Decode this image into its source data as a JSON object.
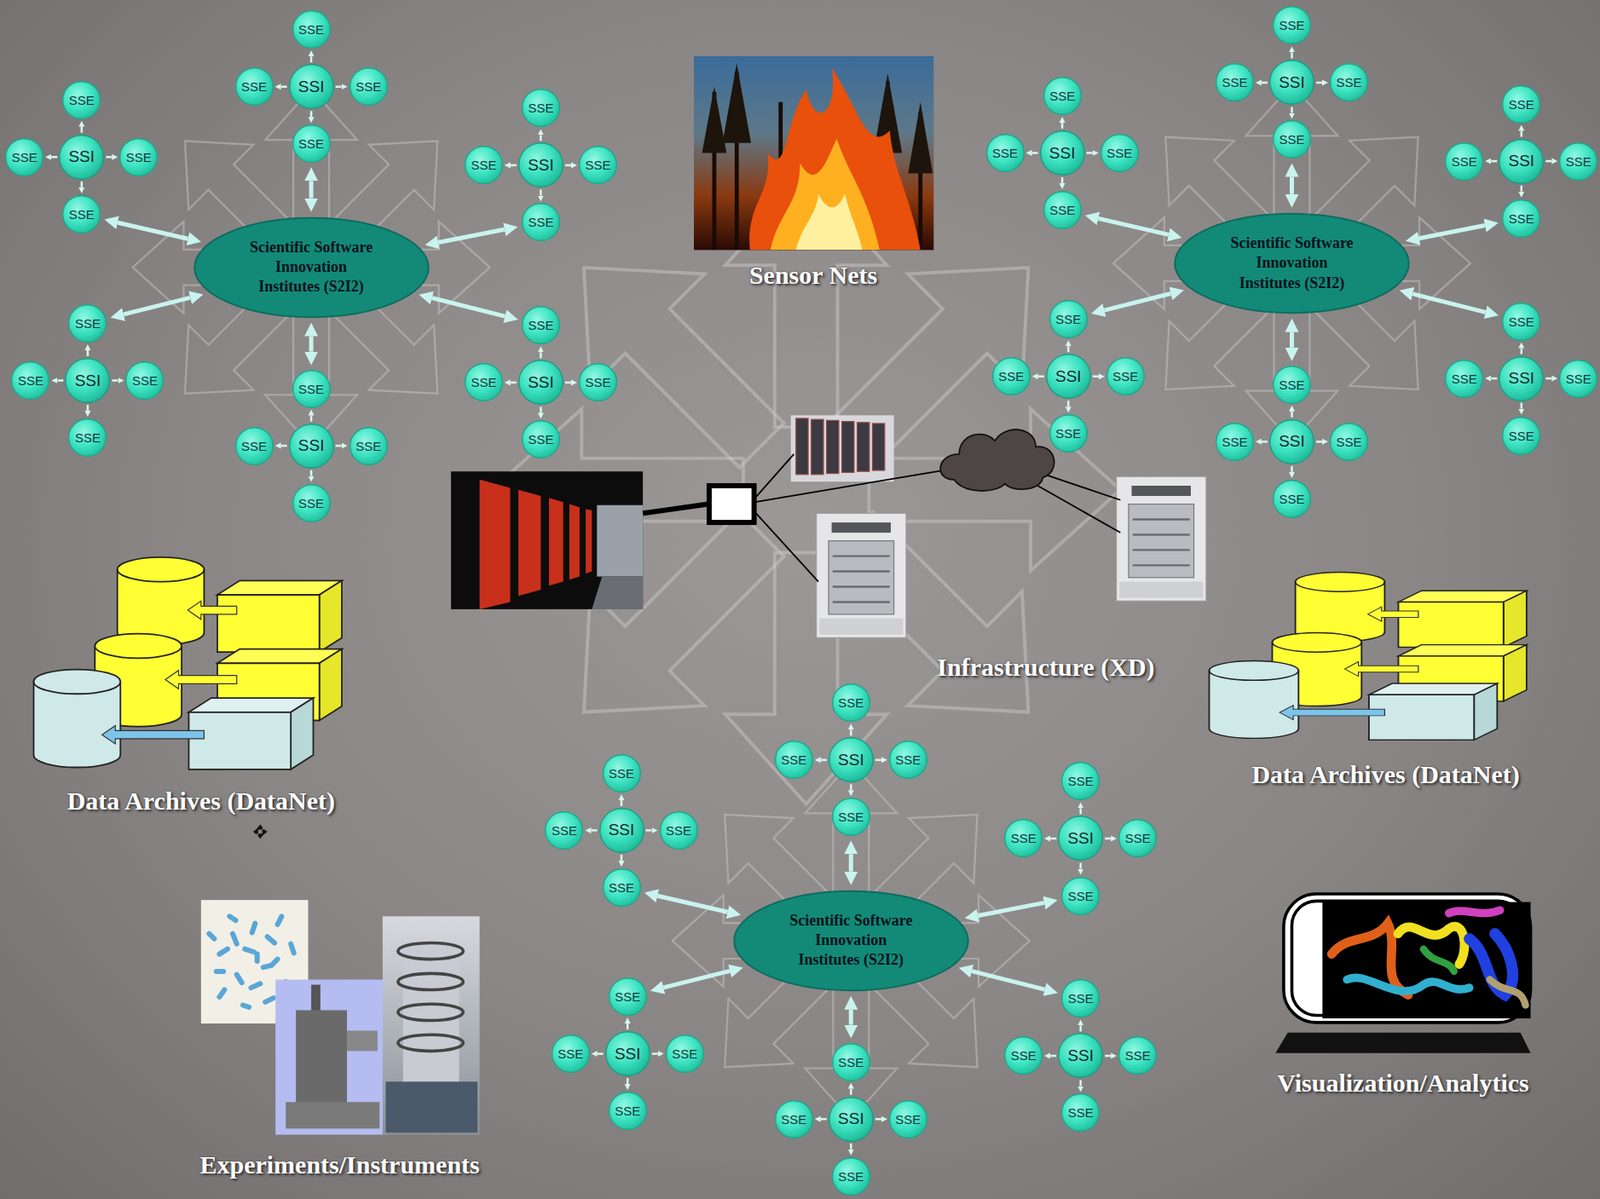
{
  "diagram": {
    "nodes": [
      {
        "text": [
          "Scientific Software Innovation Institutes (S2I2)"
        ]
      },
      {
        "text": [
          "SSI"
        ]
      },
      {
        "text": [
          "SSE"
        ]
      },
      {
        "text": [
          "SSE"
        ]
      },
      {
        "text": [
          "SSE"
        ]
      },
      {
        "text": [
          "SSE"
        ]
      },
      {
        "text": [
          "SSI"
        ]
      },
      {
        "text": [
          "SSE"
        ]
      },
      {
        "text": [
          "SSE"
        ]
      },
      {
        "text": [
          "SSE"
        ]
      },
      {
        "text": [
          "SSE"
        ]
      },
      {
        "text": [
          "SSI"
        ]
      },
      {
        "text": [
          "SSE"
        ]
      },
      {
        "text": [
          "SSE"
        ]
      },
      {
        "text": [
          "SSE"
        ]
      },
      {
        "text": [
          "SSE"
        ]
      },
      {
        "text": [
          "SSI"
        ]
      },
      {
        "text": [
          "SSE"
        ]
      },
      {
        "text": [
          "SSE"
        ]
      },
      {
        "text": [
          "SSE"
        ]
      },
      {
        "text": [
          "SSE"
        ]
      },
      {
        "text": [
          "SSI"
        ]
      },
      {
        "text": [
          "SSE"
        ]
      },
      {
        "text": [
          "SSE"
        ]
      },
      {
        "text": [
          "SSE"
        ]
      },
      {
        "text": [
          "SSE"
        ]
      },
      {
        "text": [
          "SSI"
        ]
      },
      {
        "text": [
          "SSE"
        ]
      },
      {
        "text": [
          "SSE"
        ]
      },
      {
        "text": [
          "SSE"
        ]
      },
      {
        "text": [
          "SSE"
        ]
      },
      {
        "text": [
          "Scientific Software Innovation Institutes (S2I2)"
        ]
      },
      {
        "text": [
          "SSI"
        ]
      },
      {
        "text": [
          "SSE"
        ]
      },
      {
        "text": [
          "SSE"
        ]
      },
      {
        "text": [
          "SSE"
        ]
      },
      {
        "text": [
          "SSE"
        ]
      },
      {
        "text": [
          "SSI"
        ]
      },
      {
        "text": [
          "SSE"
        ]
      },
      {
        "text": [
          "SSE"
        ]
      },
      {
        "text": [
          "SSE"
        ]
      },
      {
        "text": [
          "SSE"
        ]
      },
      {
        "text": [
          "SSI"
        ]
      },
      {
        "text": [
          "SSE"
        ]
      },
      {
        "text": [
          "SSE"
        ]
      },
      {
        "text": [
          "SSE"
        ]
      },
      {
        "text": [
          "SSE"
        ]
      },
      {
        "text": [
          "SSI"
        ]
      },
      {
        "text": [
          "SSE"
        ]
      },
      {
        "text": [
          "SSE"
        ]
      },
      {
        "text": [
          "SSE"
        ]
      },
      {
        "text": [
          "SSE"
        ]
      },
      {
        "text": [
          "SSI"
        ]
      },
      {
        "text": [
          "SSE"
        ]
      },
      {
        "text": [
          "SSE"
        ]
      },
      {
        "text": [
          "SSE"
        ]
      },
      {
        "text": [
          "SSE"
        ]
      },
      {
        "text": [
          "SSI"
        ]
      },
      {
        "text": [
          "SSE"
        ]
      },
      {
        "text": [
          "SSE"
        ]
      },
      {
        "text": [
          "SSE"
        ]
      },
      {
        "text": [
          "SSE"
        ]
      },
      {
        "text": [
          "Scientific Software Innovation Institutes (S2I2)"
        ]
      },
      {
        "text": [
          "SSI"
        ]
      },
      {
        "text": [
          "SSE"
        ]
      },
      {
        "text": [
          "SSE"
        ]
      },
      {
        "text": [
          "SSE"
        ]
      },
      {
        "text": [
          "SSE"
        ]
      },
      {
        "text": [
          "SSI"
        ]
      },
      {
        "text": [
          "SSE"
        ]
      },
      {
        "text": [
          "SSE"
        ]
      },
      {
        "text": [
          "SSE"
        ]
      },
      {
        "text": [
          "SSE"
        ]
      },
      {
        "text": [
          "SSI"
        ]
      },
      {
        "text": [
          "SSE"
        ]
      },
      {
        "text": [
          "SSE"
        ]
      },
      {
        "text": [
          "SSE"
        ]
      },
      {
        "text": [
          "SSE"
        ]
      },
      {
        "text": [
          "SSI"
        ]
      },
      {
        "text": [
          "SSE"
        ]
      },
      {
        "text": [
          "SSE"
        ]
      },
      {
        "text": [
          "SSE"
        ]
      },
      {
        "text": [
          "SSE"
        ]
      },
      {
        "text": [
          "SSI"
        ]
      },
      {
        "text": [
          "SSE"
        ]
      },
      {
        "text": [
          "SSE"
        ]
      },
      {
        "text": [
          "SSE"
        ]
      },
      {
        "text": [
          "SSE"
        ]
      },
      {
        "text": [
          "SSI"
        ]
      },
      {
        "text": [
          "SSE"
        ]
      },
      {
        "text": [
          "SSE"
        ]
      },
      {
        "text": [
          "SSE"
        ]
      },
      {
        "text": [
          "SSE"
        ]
      }
    ],
    "edges": [
      {
        "from": 0,
        "to": 5,
        "arrow": "both"
      },
      {
        "from": 0,
        "to": 10,
        "arrow": "both"
      },
      {
        "from": 0,
        "to": 15,
        "arrow": "both"
      },
      {
        "from": 0,
        "to": 17,
        "arrow": "both"
      },
      {
        "from": 0,
        "to": 22,
        "arrow": "both"
      },
      {
        "from": 0,
        "to": 27,
        "arrow": "both"
      },
      {
        "from": 1,
        "to": 2,
        "arrow": "to"
      },
      {
        "from": 1,
        "to": 3,
        "arrow": "to"
      },
      {
        "from": 1,
        "to": 4,
        "arrow": "to"
      },
      {
        "from": 1,
        "to": 5,
        "arrow": "to"
      },
      {
        "from": 6,
        "to": 7,
        "arrow": "to"
      },
      {
        "from": 6,
        "to": 8,
        "arrow": "to"
      },
      {
        "from": 6,
        "to": 9,
        "arrow": "to"
      },
      {
        "from": 6,
        "to": 10,
        "arrow": "to"
      },
      {
        "from": 11,
        "to": 12,
        "arrow": "to"
      },
      {
        "from": 11,
        "to": 13,
        "arrow": "to"
      },
      {
        "from": 11,
        "to": 14,
        "arrow": "to"
      },
      {
        "from": 11,
        "to": 15,
        "arrow": "to"
      },
      {
        "from": 16,
        "to": 17,
        "arrow": "to"
      },
      {
        "from": 16,
        "to": 18,
        "arrow": "to"
      },
      {
        "from": 16,
        "to": 19,
        "arrow": "to"
      },
      {
        "from": 16,
        "to": 20,
        "arrow": "to"
      },
      {
        "from": 21,
        "to": 22,
        "arrow": "to"
      },
      {
        "from": 21,
        "to": 23,
        "arrow": "to"
      },
      {
        "from": 21,
        "to": 24,
        "arrow": "to"
      },
      {
        "from": 21,
        "to": 25,
        "arrow": "to"
      },
      {
        "from": 26,
        "to": 27,
        "arrow": "to"
      },
      {
        "from": 26,
        "to": 28,
        "arrow": "to"
      },
      {
        "from": 26,
        "to": 29,
        "arrow": "to"
      },
      {
        "from": 26,
        "to": 30,
        "arrow": "to"
      },
      {
        "from": 31,
        "to": 36,
        "arrow": "both"
      },
      {
        "from": 31,
        "to": 41,
        "arrow": "both"
      },
      {
        "from": 31,
        "to": 46,
        "arrow": "both"
      },
      {
        "from": 31,
        "to": 48,
        "arrow": "both"
      },
      {
        "from": 31,
        "to": 53,
        "arrow": "both"
      },
      {
        "from": 31,
        "to": 58,
        "arrow": "both"
      },
      {
        "from": 32,
        "to": 33,
        "arrow": "to"
      },
      {
        "from": 32,
        "to": 34,
        "arrow": "to"
      },
      {
        "from": 32,
        "to": 35,
        "arrow": "to"
      },
      {
        "from": 32,
        "to": 36,
        "arrow": "to"
      },
      {
        "from": 37,
        "to": 38,
        "arrow": "to"
      },
      {
        "from": 37,
        "to": 39,
        "arrow": "to"
      },
      {
        "from": 37,
        "to": 40,
        "arrow": "to"
      },
      {
        "from": 37,
        "to": 41,
        "arrow": "to"
      },
      {
        "from": 42,
        "to": 43,
        "arrow": "to"
      },
      {
        "from": 42,
        "to": 44,
        "arrow": "to"
      },
      {
        "from": 42,
        "to": 45,
        "arrow": "to"
      },
      {
        "from": 42,
        "to": 46,
        "arrow": "to"
      },
      {
        "from": 47,
        "to": 48,
        "arrow": "to"
      },
      {
        "from": 47,
        "to": 49,
        "arrow": "to"
      },
      {
        "from": 47,
        "to": 50,
        "arrow": "to"
      },
      {
        "from": 47,
        "to": 51,
        "arrow": "to"
      },
      {
        "from": 52,
        "to": 53,
        "arrow": "to"
      },
      {
        "from": 52,
        "to": 54,
        "arrow": "to"
      },
      {
        "from": 52,
        "to": 55,
        "arrow": "to"
      },
      {
        "from": 52,
        "to": 56,
        "arrow": "to"
      },
      {
        "from": 57,
        "to": 58,
        "arrow": "to"
      },
      {
        "from": 57,
        "to": 59,
        "arrow": "to"
      },
      {
        "from": 57,
        "to": 60,
        "arrow": "to"
      },
      {
        "from": 57,
        "to": 61,
        "arrow": "to"
      },
      {
        "from": 62,
        "to": 67,
        "arrow": "both"
      },
      {
        "from": 62,
        "to": 72,
        "arrow": "both"
      },
      {
        "from": 62,
        "to": 77,
        "arrow": "both"
      },
      {
        "from": 62,
        "to": 79,
        "arrow": "both"
      },
      {
        "from": 62,
        "to": 84,
        "arrow": "both"
      },
      {
        "from": 62,
        "to": 89,
        "arrow": "both"
      },
      {
        "from": 63,
        "to": 64,
        "arrow": "to"
      },
      {
        "from": 63,
        "to": 65,
        "arrow": "to"
      },
      {
        "from": 63,
        "to": 66,
        "arrow": "to"
      },
      {
        "from": 63,
        "to": 67,
        "arrow": "to"
      },
      {
        "from": 68,
        "to": 69,
        "arrow": "to"
      },
      {
        "from": 68,
        "to": 70,
        "arrow": "to"
      },
      {
        "from": 68,
        "to": 71,
        "arrow": "to"
      },
      {
        "from": 68,
        "to": 72,
        "arrow": "to"
      },
      {
        "from": 73,
        "to": 74,
        "arrow": "to"
      },
      {
        "from": 73,
        "to": 75,
        "arrow": "to"
      },
      {
        "from": 73,
        "to": 76,
        "arrow": "to"
      },
      {
        "from": 73,
        "to": 77,
        "arrow": "to"
      },
      {
        "from": 78,
        "to": 79,
        "arrow": "to"
      },
      {
        "from": 78,
        "to": 80,
        "arrow": "to"
      },
      {
        "from": 78,
        "to": 81,
        "arrow": "to"
      },
      {
        "from": 78,
        "to": 82,
        "arrow": "to"
      },
      {
        "from": 83,
        "to": 84,
        "arrow": "to"
      },
      {
        "from": 83,
        "to": 85,
        "arrow": "to"
      },
      {
        "from": 83,
        "to": 86,
        "arrow": "to"
      },
      {
        "from": 83,
        "to": 87,
        "arrow": "to"
      },
      {
        "from": 88,
        "to": 89,
        "arrow": "to"
      },
      {
        "from": 88,
        "to": 90,
        "arrow": "to"
      },
      {
        "from": 88,
        "to": 91,
        "arrow": "to"
      },
      {
        "from": 88,
        "to": 92,
        "arrow": "to"
      }
    ],
    "labels": [
      "Sensor Nets",
      "Infrastructure (XD)",
      "Data Archives (DataNet)",
      "Data Archives (DataNet)",
      "Experiments/Instruments",
      "Visualization/Analytics"
    ]
  }
}
